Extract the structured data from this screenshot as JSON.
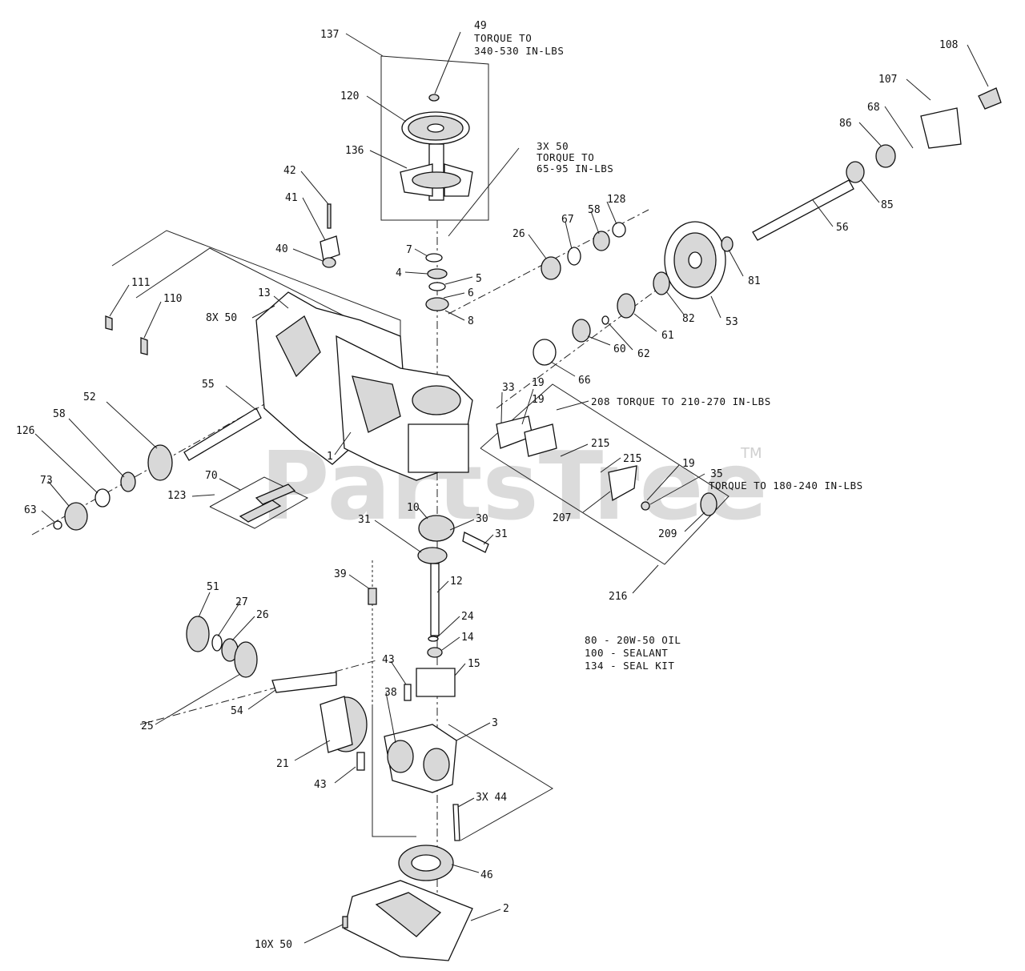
{
  "watermark": {
    "text": "PartsTree",
    "trademark": "TM"
  },
  "notes": {
    "n49": [
      "TORQUE TO",
      "340-530 IN-LBS"
    ],
    "n3x50": [
      "3X 50",
      "TORQUE TO",
      "65-95 IN-LBS"
    ],
    "n208": "208 TORQUE TO 210-270 IN-LBS",
    "n35": "TORQUE TO 180-240 IN-LBS",
    "legend": [
      "80 - 20W-50 OIL",
      "100 - SEALANT",
      "134 - SEAL KIT"
    ]
  },
  "labels": {
    "l137": "137",
    "l49": "49",
    "l120": "120",
    "l136": "136",
    "l108": "108",
    "l107": "107",
    "l68": "68",
    "l86": "86",
    "l85": "85",
    "l56": "56",
    "l128": "128",
    "l58a": "58",
    "l67": "67",
    "l26a": "26",
    "l42": "42",
    "l41": "41",
    "l40": "40",
    "l7": "7",
    "l4": "4",
    "l5": "5",
    "l6": "6",
    "l8": "8",
    "l111": "111",
    "l110": "110",
    "l13": "13",
    "l8x50": "8X 50",
    "l81": "81",
    "l82": "82",
    "l53": "53",
    "l61": "61",
    "l62": "62",
    "l60": "60",
    "l66": "66",
    "l33": "33",
    "l19a": "19",
    "l19b": "19",
    "l55": "55",
    "l52": "52",
    "l58b": "58",
    "l126": "126",
    "l73": "73",
    "l63": "63",
    "l70": "70",
    "l123": "123",
    "l1": "1",
    "l215a": "215",
    "l215b": "215",
    "l19c": "19",
    "l35": "35",
    "l207": "207",
    "l209": "209",
    "l216": "216",
    "l10": "10",
    "l30": "30",
    "l31a": "31",
    "l31b": "31",
    "l12": "12",
    "l39": "39",
    "l24": "24",
    "l14": "14",
    "l15": "15",
    "l43a": "43",
    "l51": "51",
    "l27": "27",
    "l26b": "26",
    "l25": "25",
    "l54": "54",
    "l38": "38",
    "l21": "21",
    "l43b": "43",
    "l3": "3",
    "l3x44": "3X 44",
    "l46": "46",
    "l2": "2",
    "l10x50": "10X 50"
  }
}
